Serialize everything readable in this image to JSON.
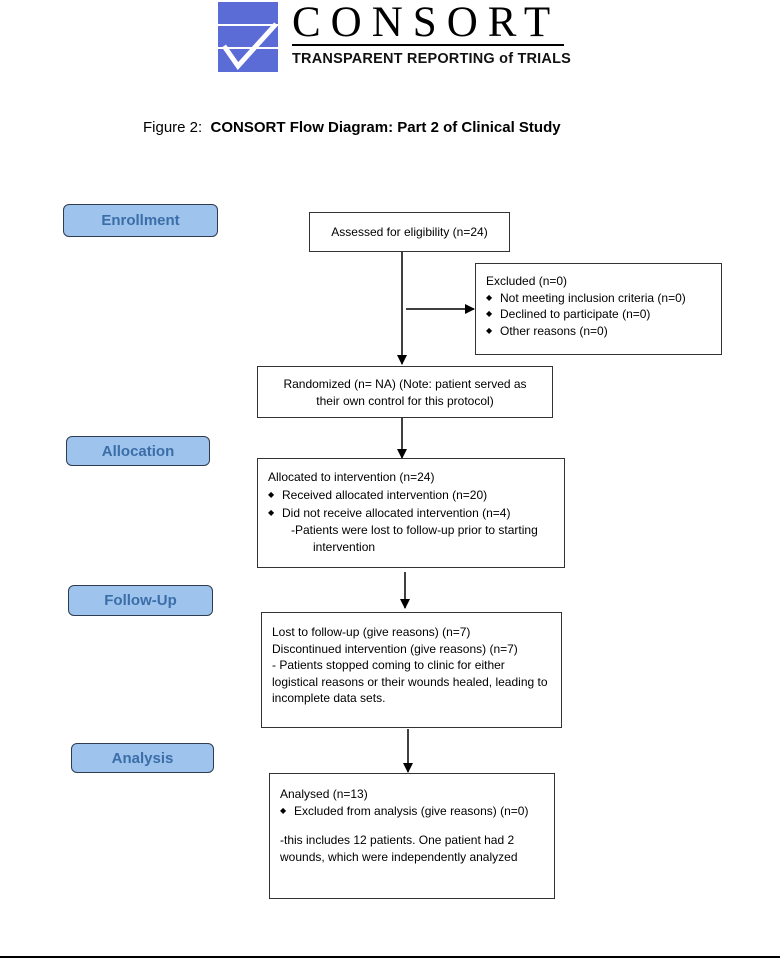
{
  "logo": {
    "word": "CONSORT",
    "tagline": "TRANSPARENT REPORTING of TRIALS",
    "colors": {
      "mark": "#5b6cd6",
      "text": "#000000"
    }
  },
  "figure": {
    "prefix": "Figure 2:",
    "title": "CONSORT Flow Diagram: Part 2 of Clinical Study"
  },
  "stages": {
    "enrollment": "Enrollment",
    "allocation": "Allocation",
    "followup": "Follow-Up",
    "analysis": "Analysis",
    "colors": {
      "fill": "#9ec3ec",
      "text": "#3b6ea8",
      "border": "#2f3c4f"
    }
  },
  "boxes": {
    "assessed": "Assessed for eligibility (n=24)",
    "excluded": {
      "title": "Excluded (n=0)",
      "items": [
        "Not meeting inclusion criteria (n=0)",
        "Declined to participate (n=0)",
        "Other reasons (n=0)"
      ]
    },
    "randomized": {
      "line1": "Randomized (n= NA) (Note: patient served as",
      "line2": "their own control for this protocol)"
    },
    "allocated": {
      "title": "Allocated to intervention (n=24)",
      "items": [
        "Received allocated intervention (n=20)",
        "Did not receive allocated intervention (n=4)"
      ],
      "note": "-Patients were lost to follow-up prior to starting intervention"
    },
    "followup": {
      "line1": "Lost to follow-up (give reasons) (n=7)",
      "line2": "Discontinued intervention (give reasons) (n=7)",
      "line3": "- Patients stopped coming to clinic for either logistical reasons or their wounds healed, leading to incomplete data sets."
    },
    "analysed": {
      "title": "Analysed (n=13)",
      "items": [
        "Excluded from analysis (give reasons) (n=0)"
      ],
      "note": "-this includes 12 patients.  One patient had 2 wounds, which were independently analyzed"
    }
  }
}
